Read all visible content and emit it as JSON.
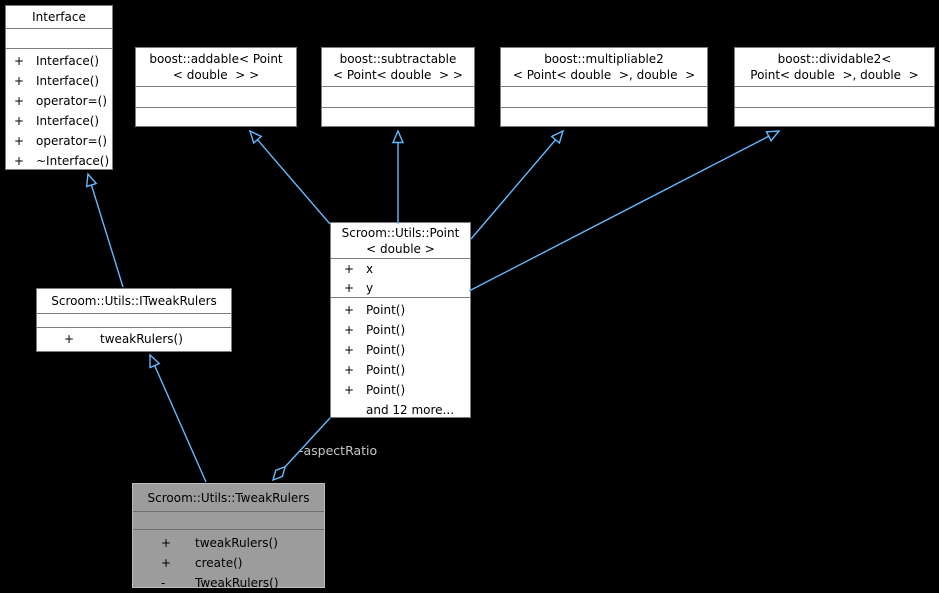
{
  "diagram": {
    "background_color": "#000000",
    "box_fill": "#FFFFFF",
    "box_border": "#7C7C7C",
    "highlight_fill": "#9C9C9C",
    "edge_color": "#63B8FF",
    "edge_label_color": "#C6C6C6"
  },
  "classes": {
    "interface": {
      "title": "Interface",
      "members": [
        {
          "sign": "+",
          "name": "Interface()"
        },
        {
          "sign": "+",
          "name": "Interface()"
        },
        {
          "sign": "+",
          "name": "operator=()"
        },
        {
          "sign": "+",
          "name": "Interface()"
        },
        {
          "sign": "+",
          "name": "operator=()"
        },
        {
          "sign": "+",
          "name": "~Interface()"
        }
      ]
    },
    "addable": {
      "title_line1": "boost::addable< Point",
      "title_line2": "< double  > >"
    },
    "subtractable": {
      "title_line1": "boost::subtractable",
      "title_line2": "< Point< double  > >"
    },
    "multipliable": {
      "title_line1": "boost::multipliable2",
      "title_line2": "< Point< double  >, double  >"
    },
    "dividable": {
      "title_line1": "boost::dividable2<",
      "title_line2": "Point< double  >, double  >"
    },
    "point": {
      "title_line1": "Scroom::Utils::Point",
      "title_line2": "< double >",
      "attributes": [
        {
          "sign": "+",
          "name": "x"
        },
        {
          "sign": "+",
          "name": "y"
        }
      ],
      "methods": [
        {
          "sign": "+",
          "name": "Point()"
        },
        {
          "sign": "+",
          "name": "Point()"
        },
        {
          "sign": "+",
          "name": "Point()"
        },
        {
          "sign": "+",
          "name": "Point()"
        },
        {
          "sign": "+",
          "name": "Point()"
        },
        {
          "sign": "",
          "name": "and 12 more..."
        }
      ]
    },
    "itweakrulers": {
      "title": "Scroom::Utils::ITweakRulers",
      "methods": [
        {
          "sign": "+",
          "name": "tweakRulers()"
        }
      ]
    },
    "tweakrulers": {
      "title": "Scroom::Utils::TweakRulers",
      "methods": [
        {
          "sign": "+",
          "name": "tweakRulers()"
        },
        {
          "sign": "+",
          "name": "create()"
        },
        {
          "sign": "-",
          "name": "TweakRulers()"
        }
      ]
    }
  },
  "relations": [
    {
      "from": "Scroom::Utils::Point< double >",
      "to": "boost::addable< Point< double > >",
      "type": "inheritance"
    },
    {
      "from": "Scroom::Utils::Point< double >",
      "to": "boost::subtractable< Point< double > >",
      "type": "inheritance"
    },
    {
      "from": "Scroom::Utils::Point< double >",
      "to": "boost::multipliable2< Point< double >, double >",
      "type": "inheritance"
    },
    {
      "from": "Scroom::Utils::Point< double >",
      "to": "boost::dividable2< Point< double >, double >",
      "type": "inheritance"
    },
    {
      "from": "Scroom::Utils::ITweakRulers",
      "to": "Interface",
      "type": "inheritance"
    },
    {
      "from": "Scroom::Utils::TweakRulers",
      "to": "Scroom::Utils::ITweakRulers",
      "type": "inheritance"
    },
    {
      "from": "Scroom::Utils::TweakRulers",
      "to": "Scroom::Utils::Point< double >",
      "type": "aggregation",
      "label": "-aspectRatio"
    }
  ],
  "labels": {
    "aspect_ratio": "-aspectRatio"
  }
}
